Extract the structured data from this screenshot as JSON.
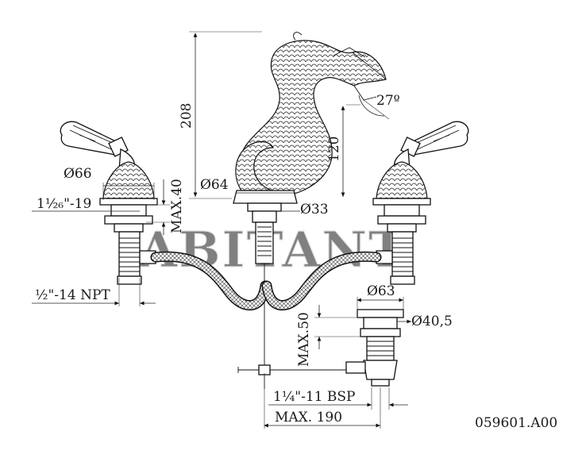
{
  "watermark": "ABITANT",
  "drawing_code": "059601.A00",
  "dimensions": {
    "spout_height": "208",
    "spout_angle": "27º",
    "spout_reach_height": "120",
    "base_diameter_spout": "Ø64",
    "shank_diameter": "Ø33",
    "handle_base_diameter": "Ø66",
    "handle_thread": "1½₆\"-19",
    "max_deck": "MAX.40",
    "inlet_thread": "½\"-14 NPT",
    "drain_top_diameter": "Ø63",
    "drain_body_diameter": "Ø40,5",
    "max_drain": "MAX.50",
    "drain_thread": "1¼\"-11 BSP",
    "max_spread": "MAX. 190"
  }
}
